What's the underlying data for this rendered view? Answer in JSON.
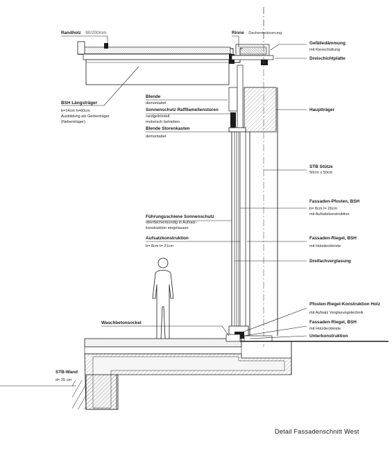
{
  "caption": "Detail Fassadenschnitt West",
  "labels": {
    "randholz": {
      "title": "Randholz",
      "dim": "80/200mm"
    },
    "rinne": {
      "title": "Rinne",
      "sub": "Dachentwässerung"
    },
    "gefaelle": {
      "title": "Gefälledämmung",
      "sub": "mit Kiesschüttung"
    },
    "dreischicht": {
      "title": "Dreischichtplatte"
    },
    "bsh_laengs": {
      "title": "BSH Längsträger",
      "lines": [
        "b=14cm h=60cm",
        "Ausbildung als Gerberträger",
        "(Nebenträger)"
      ]
    },
    "blende": {
      "title": "Blende",
      "sub": "demontabel"
    },
    "sonnenschutz": {
      "title": "Sonnenschutz Raffllamellenstoren",
      "lines": [
        "randgebördelt",
        "motorisch betrieben"
      ]
    },
    "blende_storen": {
      "title": "Blende Storenkasten",
      "sub": "demontabel"
    },
    "haupttraeger": {
      "title": "Hauptträger"
    },
    "stb_stuetze": {
      "title": "STB Stütze",
      "sub": "50cm x 50cm"
    },
    "pfosten": {
      "title": "Fassaden-Pfosten, BSH",
      "lines": [
        "b= 8cm t= 26cm",
        "mit Aufsatzkonstruktion"
      ]
    },
    "fuehrung": {
      "title": "Führungsschiene Sonnenschutz",
      "lines": [
        "oberflächenbündig in Aufsatz-",
        "konstruktion eingelassen"
      ]
    },
    "aufsatz": {
      "title": "Aufsatzkonstruktion",
      "sub": "b= 8cm t= 21cm"
    },
    "riegel_oben": {
      "title": "Fassaden-Riegel, BSH",
      "sub": "mit Holzdeckleiste"
    },
    "dreifach": {
      "title": "Dreifachverglasung"
    },
    "pfosten_riegel": {
      "title": "Pfosten-Riegel-Konstruktion Holz",
      "sub": "mit Aufsatz Verglasungstechnik"
    },
    "riegel_unten": {
      "title": "Fassaden-Riegel, BSH",
      "sub": "mit Holzdeckleiste"
    },
    "unterkonstr": {
      "title": "Unterkonstruktion"
    },
    "waschbeton": {
      "title": "Waschbetonsockel"
    },
    "stb_wand": {
      "title": "STB-Wand",
      "sub": "d= 25 cm"
    }
  },
  "colors": {
    "ink": "#1a1a1a",
    "hatch": "#6a6a6a",
    "fill": "#ececec"
  }
}
